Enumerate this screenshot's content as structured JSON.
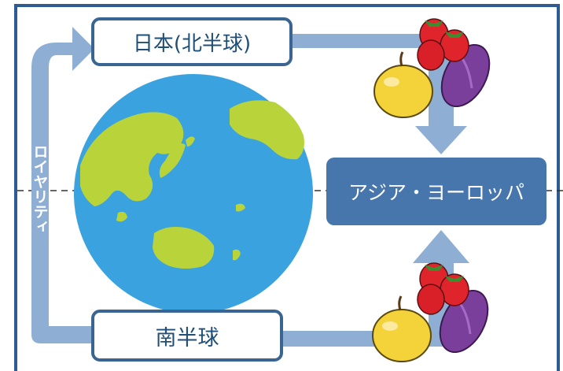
{
  "boxes": {
    "north": "日本(北半球)",
    "south": "南半球",
    "region": "アジア・ヨーロッパ"
  },
  "arrow_label": "ロイヤリティ",
  "colors": {
    "frame": "#2e5c92",
    "arrow": "#8eaed4",
    "box_border": "#3a6593",
    "region_fill": "#4776ad",
    "ocean": "#3aa3df",
    "land": "#b8d43a"
  },
  "icons": [
    "globe-icon",
    "apple-icon",
    "strawberry-icon",
    "sweet-potato-icon"
  ]
}
